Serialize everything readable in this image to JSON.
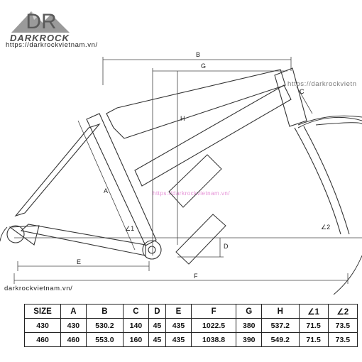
{
  "brand": {
    "logo_letters": "DR",
    "name": "DARKROCK",
    "url_primary": "https://darkrockvietnam.vn/",
    "url_right": "https://darkrockvietn",
    "url_bottom_left": "darkrockvietnam.vn/",
    "watermark_center": "https://darkrockvietnam.vn/"
  },
  "dimension_labels": {
    "A": "A",
    "B": "B",
    "C": "C",
    "D": "D",
    "E": "E",
    "F": "F",
    "G": "G",
    "H": "H",
    "angle1": "∠1",
    "angle2": "∠2"
  },
  "table": {
    "headers": [
      "SIZE",
      "A",
      "B",
      "C",
      "D",
      "E",
      "F",
      "G",
      "H",
      "∠1",
      "∠2"
    ],
    "rows": [
      [
        "430",
        "430",
        "530.2",
        "140",
        "45",
        "435",
        "1022.5",
        "380",
        "537.2",
        "71.5",
        "73.5"
      ],
      [
        "460",
        "460",
        "553.0",
        "160",
        "45",
        "435",
        "1038.8",
        "390",
        "549.2",
        "71.5",
        "73.5"
      ]
    ]
  },
  "colors": {
    "line": "#333333",
    "dimension": "#444444",
    "watermark": "#e58fd6",
    "logo_gray": "#6b6b6b"
  }
}
